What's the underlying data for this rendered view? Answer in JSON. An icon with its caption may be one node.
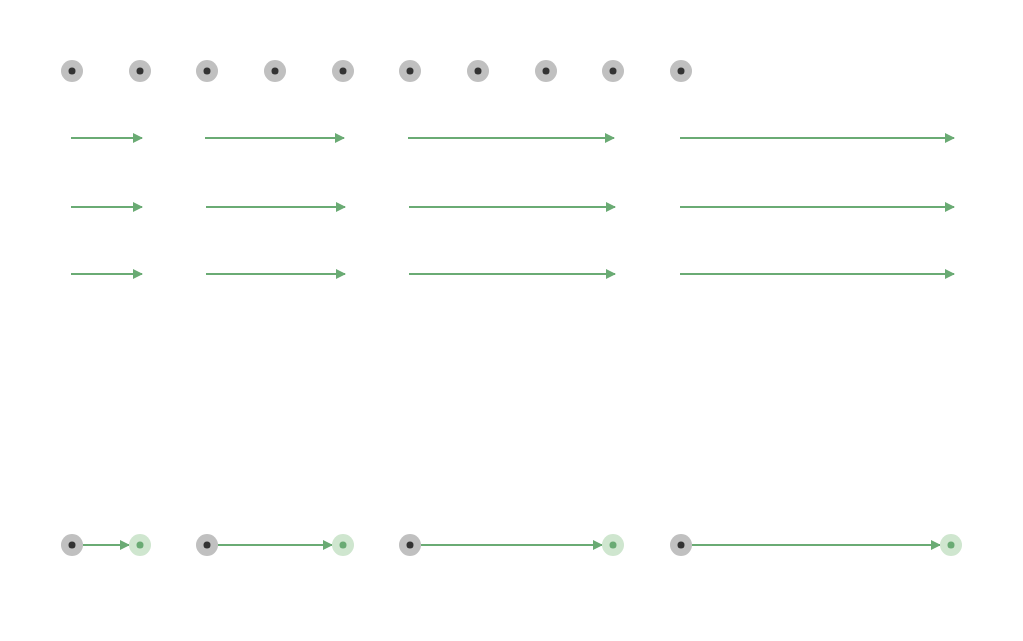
{
  "diagram": {
    "nodes": [
      {
        "text": [],
        "shape": "circle"
      },
      {
        "text": [],
        "shape": "circle"
      },
      {
        "text": [],
        "shape": "circle"
      },
      {
        "text": [],
        "shape": "circle"
      },
      {
        "text": [],
        "shape": "circle"
      },
      {
        "text": [],
        "shape": "circle"
      },
      {
        "text": [],
        "shape": "circle"
      },
      {
        "text": [],
        "shape": "circle"
      },
      {
        "text": [],
        "shape": "circle"
      },
      {
        "text": [],
        "shape": "circle"
      },
      {
        "text": [],
        "shape": "circle"
      },
      {
        "text": [],
        "shape": "circle"
      },
      {
        "text": [],
        "shape": "circle"
      },
      {
        "text": [],
        "shape": "circle"
      },
      {
        "text": [],
        "shape": "circle"
      },
      {
        "text": [],
        "shape": "circle"
      },
      {
        "text": [],
        "shape": "circle"
      },
      {
        "text": [],
        "shape": "circle"
      }
    ],
    "edges": [
      {
        "from": 10,
        "to": 11,
        "arrow": "to"
      },
      {
        "from": 12,
        "to": 13,
        "arrow": "to"
      },
      {
        "from": 14,
        "to": 15,
        "arrow": "to"
      },
      {
        "from": 16,
        "to": 17,
        "arrow": "to"
      }
    ]
  }
}
